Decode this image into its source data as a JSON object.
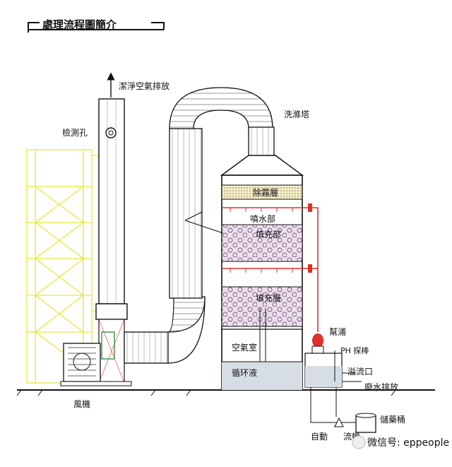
{
  "title": "處理流程圖簡介",
  "labels": {
    "exhaust": "潔淨空氣排放",
    "inspection_hole": "檢測孔",
    "scrubber": "洗滌塔",
    "demister": "除霧層",
    "spray": "噴水部",
    "packing_upper": "填充部",
    "packing_lower": "填充層",
    "air_chamber": "空氣室",
    "circulation": "循环液",
    "pump": "幫浦",
    "ph_probe": "PH 探棒",
    "overflow": "溢流口",
    "drain": "廢水排放",
    "storage": "儲藥桶",
    "auto_dosing": "自動",
    "dosing_tail": "流機",
    "fan": "風機"
  },
  "watermark": "微信号: eppeople",
  "colors": {
    "line": "#1a1a1a",
    "pipe_red": "#e0302a",
    "outline_yellow": "#e6e640",
    "packing_fill": "#e9dcea",
    "demister_fill": "#f3ecc8",
    "water": "#bfc7d0"
  }
}
